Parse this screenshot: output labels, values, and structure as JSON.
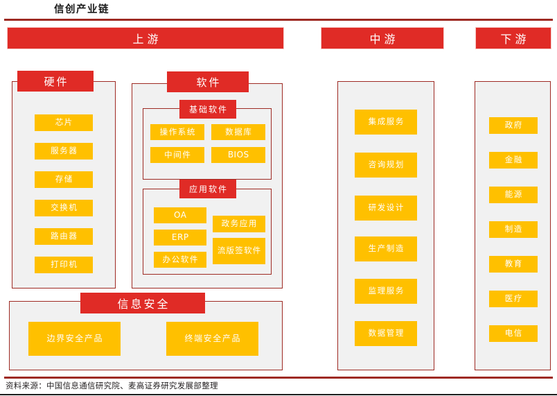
{
  "figure": {
    "title": "信创产业链",
    "source_note": "资料来源：中国信息通信研究院、麦高证券研究发展部整理"
  },
  "colors": {
    "red": "#E02B26",
    "dark_red_border": "#9E2A23",
    "yellow": "#FFC000",
    "panel_grey": "#F1F1F1",
    "white_text": "#FFFFFF"
  },
  "segments": [
    {
      "id": "upstream",
      "label": "上游"
    },
    {
      "id": "midstream",
      "label": "中游"
    },
    {
      "id": "downstream",
      "label": "下游"
    }
  ],
  "upstream": {
    "hardware": {
      "label": "硬件",
      "items": [
        "芯片",
        "服务器",
        "存储",
        "交换机",
        "路由器",
        "打印机"
      ]
    },
    "software": {
      "label": "软件",
      "groups": [
        {
          "id": "basic-software",
          "label": "基础软件",
          "items": [
            "操作系统",
            "数据库",
            "中间件",
            "BIOS"
          ]
        },
        {
          "id": "application-software",
          "label": "应用软件",
          "left_items": [
            "OA",
            "ERP",
            "办公软件"
          ],
          "right_items": [
            "政务应用",
            "流版签\n软件"
          ],
          "right_items_display": [
            "政务应用",
            "流版签软件"
          ]
        }
      ]
    },
    "information_security": {
      "label": "信息安全",
      "items": [
        "边界安全产品",
        "终端安全产品"
      ]
    }
  },
  "midstream": {
    "items": [
      "集成服务",
      "咨询规划",
      "研发设计",
      "生产制造",
      "监理服务",
      "数据管理"
    ]
  },
  "downstream": {
    "items": [
      "政府",
      "金融",
      "能源",
      "制造",
      "教育",
      "医疗",
      "电信"
    ]
  }
}
